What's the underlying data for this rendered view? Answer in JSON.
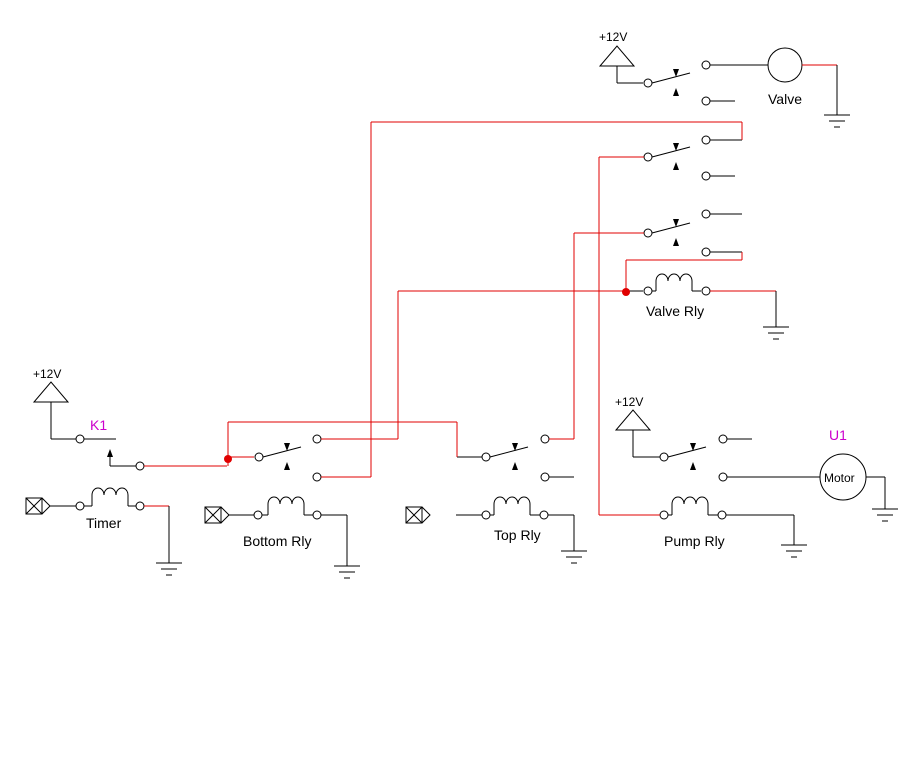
{
  "diagram": {
    "supply_label": "+12V",
    "motor_ref": "U1",
    "motor_label": "Motor",
    "switch_ref": "K1",
    "components": {
      "valve": "Valve",
      "valve_relay": "Valve Rly",
      "timer": "Timer",
      "bottom_relay": "Bottom Rly",
      "top_relay": "Top Rly",
      "pump_relay": "Pump Rly"
    },
    "colors": {
      "wire_black": "#000000",
      "wire_red": "#e00000",
      "reference_text": "#cc00cc"
    }
  }
}
